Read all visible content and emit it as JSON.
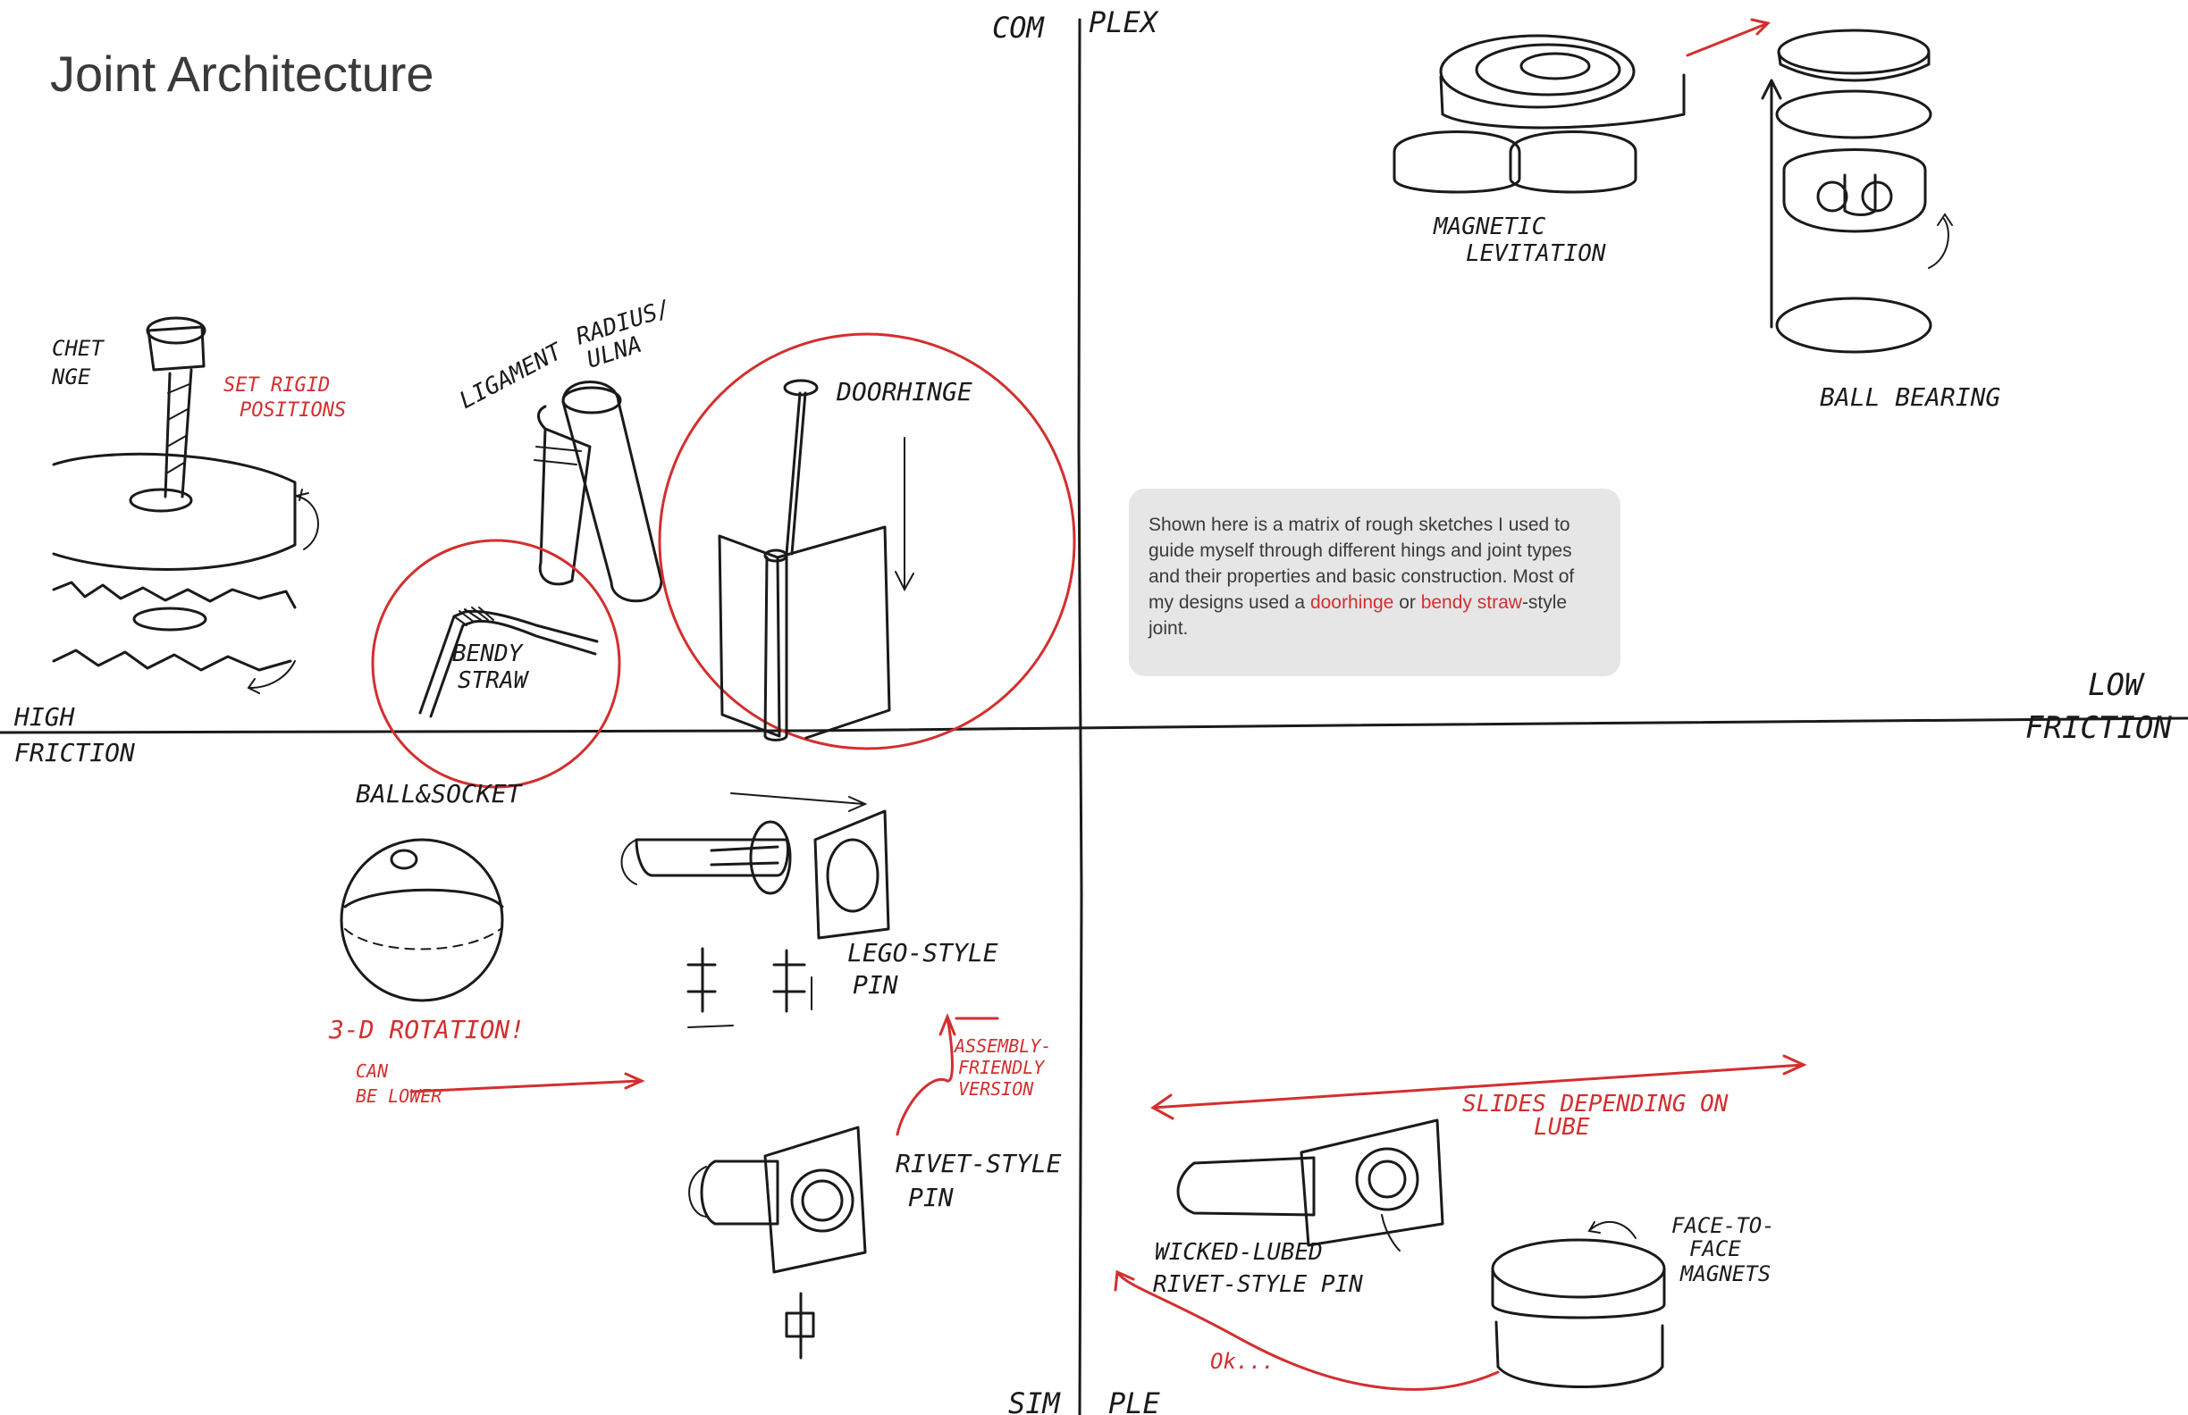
{
  "title": "Joint Architecture",
  "axes": {
    "top": [
      "COM",
      "PLEX"
    ],
    "bottom": [
      "SIM",
      "PLE"
    ],
    "left": [
      "HIGH",
      "FRICTION"
    ],
    "right": [
      "LOW",
      "FRICTION"
    ]
  },
  "labels": {
    "ratchet": [
      "CHET",
      "NGE"
    ],
    "set_rigid": [
      "SET RIGID",
      "POSITIONS"
    ],
    "ligament": "LIGAMENT",
    "radius_ulna": [
      "RADIUS/",
      "ULNA"
    ],
    "bendy_straw": [
      "BENDY",
      "STRAW"
    ],
    "doorhinge": "DOORHINGE",
    "magnetic": [
      "MAGNETIC",
      "LEVITATION"
    ],
    "ball_bearing": "BALL BEARING",
    "ball_socket": "BALL&SOCKET",
    "rotation": "3-D ROTATION!",
    "can_be_lower": [
      "CAN",
      "BE LOWER"
    ],
    "lego_pin": [
      "LEGO-STYLE",
      "PIN"
    ],
    "assembly": [
      "ASSEMBLY-",
      "FRIENDLY",
      "VERSION"
    ],
    "rivet_pin": [
      "RIVET-STYLE",
      "PIN"
    ],
    "slides": [
      "SLIDES DEPENDING ON",
      "LUBE"
    ],
    "wicked": [
      "WICKED-LUBED",
      "RIVET-STYLE PIN"
    ],
    "face_magnets": [
      "FACE-TO-",
      "FACE",
      "MAGNETS"
    ],
    "ok": "Ok..."
  },
  "note": {
    "intro": "Shown here is a matrix of rough sketches I used to guide myself through different hings and joint types and their properties and basic construction. Most of my designs used a ",
    "hl1": "doorhinge",
    "mid": " or ",
    "hl2": "bendy straw",
    "outro": "-style joint."
  },
  "colors": {
    "ink": "#1a1a1a",
    "accent": "#d32f2f",
    "note_bg": "#e6e6e6"
  }
}
